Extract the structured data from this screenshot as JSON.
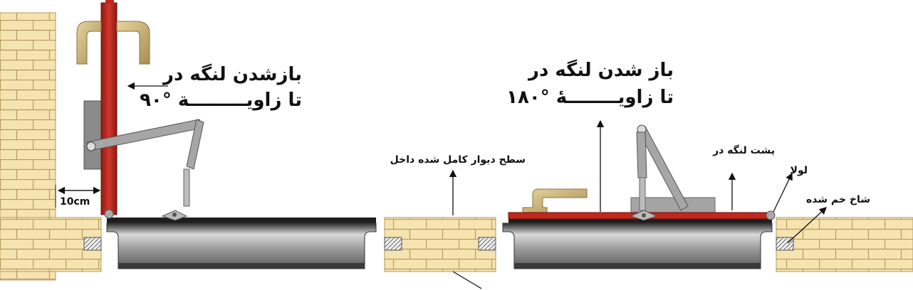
{
  "labels": {
    "left_line1": "بازشدن لنگه در",
    "left_line2": "تا زاویـــــــــة °۹۰",
    "right_line1": "باز شدن لنگه در",
    "right_line2": "تا زاویــــــــهٔ °۱۸۰",
    "wall_surface": "سطح دیوار کامل شده داخل",
    "door_back": "پشت لنگه در",
    "hinge": "لولا",
    "bent_horn": "شاخ خم شده",
    "gap": "10cm"
  },
  "colors": {
    "brick": "#f6e4b0",
    "mortar": "#b49a5e",
    "door_leaf": "#c0281e",
    "handle": "#c9b27a",
    "closer_arm": "#9a9a9a",
    "channel": "#4a4a4a"
  },
  "icons": [
    "arrow-icon",
    "handle-icon",
    "door-closer-icon",
    "hinge-icon"
  ]
}
